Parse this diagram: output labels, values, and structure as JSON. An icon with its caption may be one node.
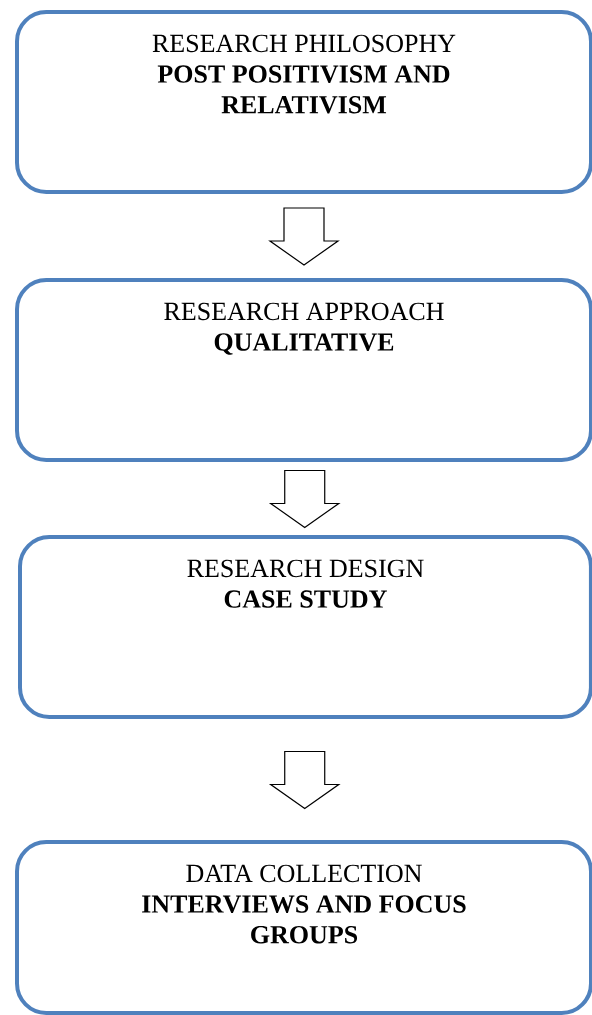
{
  "diagram": {
    "nodes": [
      {
        "text": [
          "RESEARCH PHILOSOPHY",
          "POST POSITIVISM AND RELATIVISM"
        ]
      },
      {
        "text": [
          "RESEARCH APPROACH",
          "QUALITATIVE"
        ]
      },
      {
        "text": [
          "RESEARCH DESIGN",
          "CASE STUDY"
        ]
      },
      {
        "text": [
          "DATA COLLECTION",
          "INTERVIEWS AND FOCUS GROUPS"
        ]
      }
    ],
    "edges": [
      {
        "from": 0,
        "to": 1,
        "arrow": "to"
      },
      {
        "from": 1,
        "to": 2,
        "arrow": "to"
      },
      {
        "from": 2,
        "to": 3,
        "arrow": "to"
      }
    ]
  }
}
